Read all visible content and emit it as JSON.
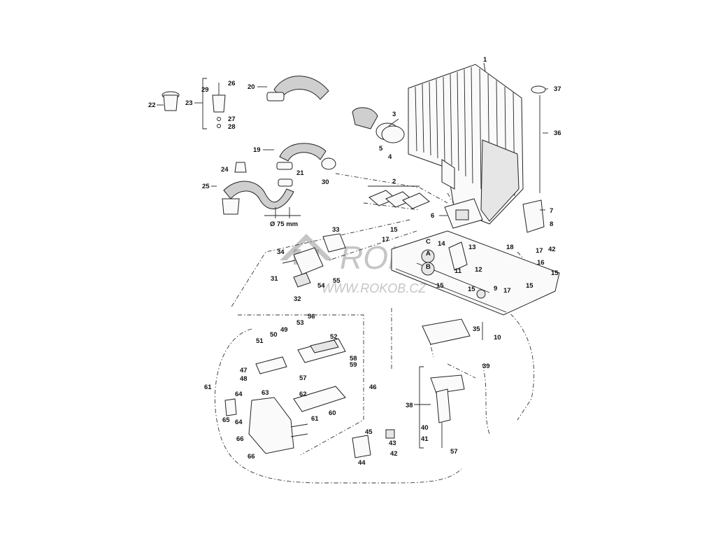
{
  "diagram": {
    "dimension_label": "Ø 75 mm",
    "watermark": {
      "logo_text": "ROKOB",
      "url_text": "WWW.ROKOB.CZ"
    },
    "labels": [
      {
        "id": "l1",
        "text": "1"
      },
      {
        "id": "l2",
        "text": "2"
      },
      {
        "id": "l3",
        "text": "3"
      },
      {
        "id": "l4",
        "text": "4"
      },
      {
        "id": "l5",
        "text": "5"
      },
      {
        "id": "l6",
        "text": "6"
      },
      {
        "id": "l7",
        "text": "7"
      },
      {
        "id": "l8",
        "text": "8"
      },
      {
        "id": "l9",
        "text": "9"
      },
      {
        "id": "l10",
        "text": "10"
      },
      {
        "id": "l11",
        "text": "11"
      },
      {
        "id": "l12",
        "text": "12"
      },
      {
        "id": "l13",
        "text": "13"
      },
      {
        "id": "l14",
        "text": "14"
      },
      {
        "id": "l15a",
        "text": "15"
      },
      {
        "id": "l15b",
        "text": "15"
      },
      {
        "id": "l15c",
        "text": "15"
      },
      {
        "id": "l15d",
        "text": "15"
      },
      {
        "id": "l15e",
        "text": "15"
      },
      {
        "id": "l16",
        "text": "16"
      },
      {
        "id": "l17a",
        "text": "17"
      },
      {
        "id": "l17b",
        "text": "17"
      },
      {
        "id": "l17c",
        "text": "17"
      },
      {
        "id": "l18",
        "text": "18"
      },
      {
        "id": "l19",
        "text": "19"
      },
      {
        "id": "l20",
        "text": "20"
      },
      {
        "id": "l21",
        "text": "21"
      },
      {
        "id": "l22",
        "text": "22"
      },
      {
        "id": "l23",
        "text": "23"
      },
      {
        "id": "l24",
        "text": "24"
      },
      {
        "id": "l25",
        "text": "25"
      },
      {
        "id": "l26",
        "text": "26"
      },
      {
        "id": "l27",
        "text": "27"
      },
      {
        "id": "l28",
        "text": "28"
      },
      {
        "id": "l29",
        "text": "29"
      },
      {
        "id": "l30",
        "text": "30"
      },
      {
        "id": "l31",
        "text": "31"
      },
      {
        "id": "l32",
        "text": "32"
      },
      {
        "id": "l33",
        "text": "33"
      },
      {
        "id": "l34",
        "text": "34"
      },
      {
        "id": "l35",
        "text": "35"
      },
      {
        "id": "l36",
        "text": "36"
      },
      {
        "id": "l37",
        "text": "37"
      },
      {
        "id": "l38",
        "text": "38"
      },
      {
        "id": "l39",
        "text": "39"
      },
      {
        "id": "l40",
        "text": "40"
      },
      {
        "id": "l41",
        "text": "41"
      },
      {
        "id": "l42a",
        "text": "42"
      },
      {
        "id": "l42b",
        "text": "42"
      },
      {
        "id": "l43",
        "text": "43"
      },
      {
        "id": "l44",
        "text": "44"
      },
      {
        "id": "l45",
        "text": "45"
      },
      {
        "id": "l46",
        "text": "46"
      },
      {
        "id": "l47",
        "text": "47"
      },
      {
        "id": "l48",
        "text": "48"
      },
      {
        "id": "l49",
        "text": "49"
      },
      {
        "id": "l50",
        "text": "50"
      },
      {
        "id": "l51",
        "text": "51"
      },
      {
        "id": "l52",
        "text": "52"
      },
      {
        "id": "l53",
        "text": "53"
      },
      {
        "id": "l54",
        "text": "54"
      },
      {
        "id": "l55",
        "text": "55"
      },
      {
        "id": "l56",
        "text": "56"
      },
      {
        "id": "l57a",
        "text": "57"
      },
      {
        "id": "l57b",
        "text": "57"
      },
      {
        "id": "l58",
        "text": "58"
      },
      {
        "id": "l59",
        "text": "59"
      },
      {
        "id": "l60",
        "text": "60"
      },
      {
        "id": "l61a",
        "text": "61"
      },
      {
        "id": "l61b",
        "text": "61"
      },
      {
        "id": "l62",
        "text": "62"
      },
      {
        "id": "l63",
        "text": "63"
      },
      {
        "id": "l64a",
        "text": "64"
      },
      {
        "id": "l64b",
        "text": "64"
      },
      {
        "id": "l65",
        "text": "65"
      },
      {
        "id": "l66a",
        "text": "66"
      },
      {
        "id": "l66b",
        "text": "66"
      },
      {
        "id": "lA",
        "text": "A"
      },
      {
        "id": "lB",
        "text": "B"
      },
      {
        "id": "lC",
        "text": "C"
      }
    ]
  }
}
